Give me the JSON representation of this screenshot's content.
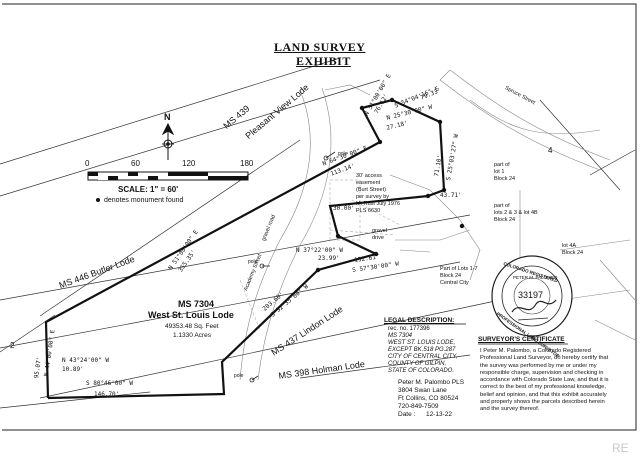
{
  "title": {
    "line1": "LAND SURVEY",
    "line2": "EXHIBIT"
  },
  "north_arrow": {
    "letter": "N",
    "icon": "north-arrow-icon"
  },
  "scale_bar": {
    "ticks": [
      "0",
      "60",
      "120",
      "180"
    ],
    "scale_text": "SCALE: 1\" = 60'",
    "monument_note": "denotes monument found"
  },
  "lodes": {
    "ms439": "MS 439",
    "ms439_name": "Pleasant View Lode",
    "ms446": "MS 446 Butler Lode",
    "ms7304": "MS 7304",
    "ms7304_name": "West St. Louis Lode",
    "ms7304_area1": "49353.48 Sq. Feet",
    "ms7304_area2": "1.1330 Acres",
    "ms437": "MS 437 Lindon Lode",
    "ms398": "MS 398 Holman Lode"
  },
  "bearings": {
    "b1": "N 51°00'00\" E",
    "b1d": "76.12'",
    "b2": "S 54°04'16\" E",
    "b2d": "79.33'",
    "b3": "N 25°30'00\" W",
    "b3d": "27.18'",
    "b4": "N 64°30'00\" E",
    "b4d": "113.14'",
    "b5": "71.10'",
    "b5b": "S 25°03'27\" W",
    "b6": "43.71'",
    "b7": "30.00'",
    "b8": "N 51°00'00\" E",
    "b8d": "355.35'",
    "b9": "N 37°22'00\" W",
    "b9d": "23.99'",
    "b10": "152.61'",
    "b10b": "S 57°30'00\" W",
    "b11": "203.60'",
    "b11b": "S 32°35'00\" W",
    "b12": "95.07'",
    "b12b": "N 44°00'00\" E",
    "b13": "N 43°24'00\" W",
    "b13d": "10.89'",
    "b14": "S 80°46'00\" W",
    "b14d": "146.70'"
  },
  "notes": {
    "pole1": "pole",
    "pole2": "pole",
    "pole3": "pole",
    "easement": [
      "30' access",
      "easement",
      "(Burt Street)",
      "per survey by",
      "M. Rust July 1976",
      "PLS 6630"
    ],
    "gravel": [
      "gravel",
      "drive"
    ],
    "street": [
      "Academy Street",
      "gravel road"
    ],
    "spruce": "Spruce Street",
    "part_lot1": [
      "part of",
      "lot 1",
      "Block 24"
    ],
    "part_lots23": [
      "part of",
      "lots 2 & 3 & lot 4B",
      "Block 24"
    ],
    "lot4a": [
      "lot 4A",
      "Block 24"
    ],
    "part_lots17": [
      "Part of Lots 1-7",
      "Block 24",
      "Central City"
    ],
    "num2": "2",
    "num4": "4"
  },
  "legal": {
    "heading": "LEGAL DESCRIPTION:",
    "lines": [
      "rec. no. 177396",
      "MS 7304",
      "WEST ST. LOUIS LODE,",
      "EXCEPT BK.518 PG.287",
      "CITY OF CENTRAL CITY,",
      "COUNTY OF GILPIN,",
      "STATE OF COLORADO."
    ]
  },
  "surveyor": {
    "lines": [
      "Peter M. Palombo PLS",
      "3804 Swan Lane",
      "Ft Collins, CO 80524",
      "720-849-7509"
    ],
    "date_label": "Date :",
    "date": "12-13-22"
  },
  "seal": {
    "ring_top": "COLORADO REGISTERED",
    "ring_mid": "PETER M. PALOMBO",
    "ring_bottom": "PROFESSIONAL LAND SURVEYOR",
    "number": "33197",
    "signature": "Peter Palombo"
  },
  "certificate": {
    "heading": "SURVEYOR'S CERTIFICATE",
    "lines": [
      "I Peter M. Palombo, a Colorado Registered",
      "Professional Land Surveyor, do hereby certify that",
      "the survey was performed by me or under my",
      "responsible charge, supervision and checking in",
      "accordance with Colorado State Law, and that it is",
      "correct to the best of my professional knowledge,",
      "belief and opinion, and that this exhibit accurately",
      "and properly shows the parcels described herein",
      "and the survey thereof."
    ]
  },
  "watermark": "RE"
}
